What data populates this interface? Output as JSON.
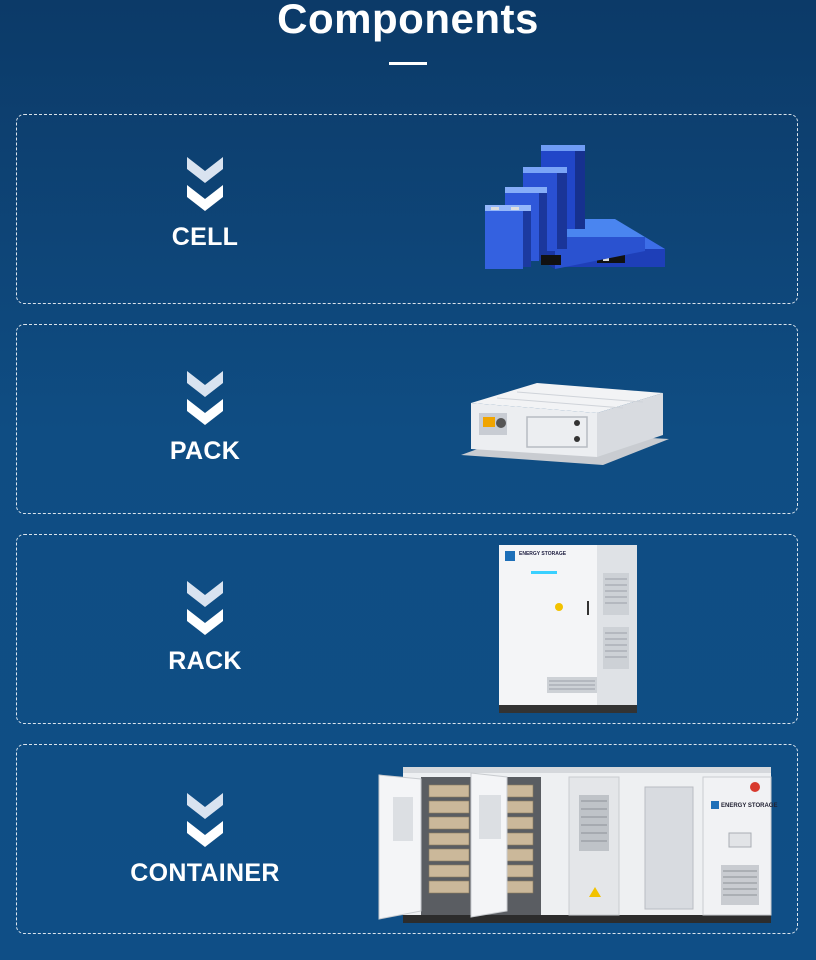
{
  "page": {
    "title": "Components"
  },
  "components": [
    {
      "label": "CELL",
      "icon": "chevron-double-down-icon",
      "image": "battery-cells"
    },
    {
      "label": "PACK",
      "icon": "chevron-double-down-icon",
      "image": "battery-pack"
    },
    {
      "label": "RACK",
      "icon": "chevron-double-down-icon",
      "image": "battery-rack-cabinet"
    },
    {
      "label": "CONTAINER",
      "icon": "chevron-double-down-icon",
      "image": "energy-storage-container"
    }
  ],
  "logo_text": {
    "rack": "ENERGY STORAGE",
    "container": "ENERGY STORAGE"
  },
  "colors": {
    "background": "#0f4d83",
    "accent_cyan": "#39d0ff",
    "cell_blue": "#2146c8"
  }
}
